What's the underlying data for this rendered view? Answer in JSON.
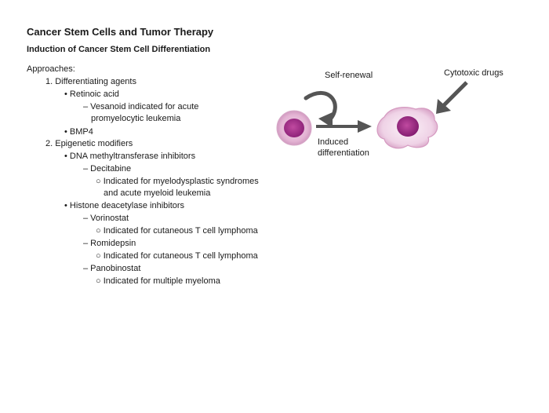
{
  "slide": {
    "title": "Cancer Stem Cells and Tumor Therapy",
    "subtitle": "Induction of Cancer Stem Cell Differentiation"
  },
  "outline": {
    "approaches": "Approaches:",
    "agents": {
      "heading": "1. Differentiating agents",
      "retinoic": "• Retinoic acid",
      "vesanoid_1": "– Vesanoid indicated for acute",
      "vesanoid_2": "promyelocytic leukemia",
      "bmp4": "• BMP4"
    },
    "epigenetic": {
      "heading": "2. Epigenetic modifiers",
      "dnmt": "• DNA methyltransferase inhibitors",
      "decitabine": "– Decitabine",
      "decitabine_ind_1": "○ Indicated for myelodysplastic syndromes",
      "decitabine_ind_2": "and acute myeloid leukemia",
      "hdac": "• Histone deacetylase inhibitors",
      "vorinostat": "– Vorinostat",
      "vorinostat_ind": "○ Indicated for cutaneous T cell lymphoma",
      "romidepsin": "– Romidepsin",
      "romidepsin_ind": "○ Indicated for cutaneous T cell lymphoma",
      "panobinostat": "– Panobinostat",
      "panobinostat_ind": "○ Indicated for multiple myeloma"
    }
  },
  "figure": {
    "self_renewal": "Self-renewal",
    "cytotoxic": "Cytotoxic drugs",
    "induced_1": "Induced",
    "induced_2": "differentiation"
  }
}
